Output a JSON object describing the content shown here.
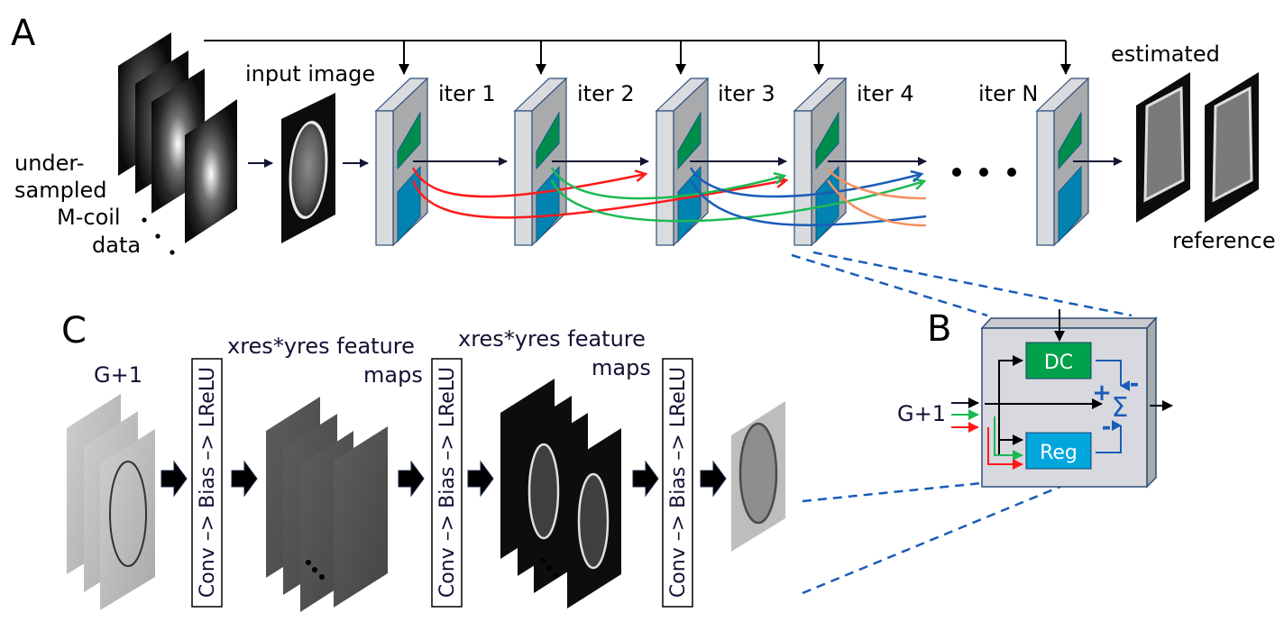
{
  "panels": {
    "A": {
      "letter": "A",
      "undersampled_label": [
        "under-",
        "sampled",
        "M-coil",
        "data"
      ],
      "input_label": "input image",
      "iterations": [
        {
          "label": "iter 1"
        },
        {
          "label": "iter 2"
        },
        {
          "label": "iter 3"
        },
        {
          "label": "iter 4"
        },
        {
          "label": "iter N"
        }
      ],
      "estimated_label": "estimated",
      "reference_label": "reference",
      "skip_connection_colors": [
        "#ff1a1a",
        "#1db954",
        "#1a5cb8",
        "#f59062"
      ]
    },
    "B": {
      "letter": "B",
      "input_label": "G+1",
      "dc_label": "DC",
      "reg_label": "Reg",
      "sum_symbol": "Σ",
      "signs": {
        "dc": "-",
        "input": "+",
        "reg": "-"
      },
      "colors": {
        "dc": "#00a14b",
        "reg": "#00a6dc",
        "sign": "#1a5cb8",
        "box": "#d8d9de"
      }
    },
    "C": {
      "letter": "C",
      "input_label": "G+1",
      "layer_label": "Conv –> Bias –> LReLU",
      "feature_label_line1": "xres*yres  feature",
      "feature_label_line2": "maps"
    }
  },
  "colors": {
    "block_front": "#d9dbde",
    "block_side": "#a9aaac",
    "block_edge": "#2e4f7a",
    "dc_green": "#008c4a",
    "reg_blue": "#0083b0",
    "arrow_dark": "#121433",
    "dashed_blue": "#1a5cb8"
  }
}
